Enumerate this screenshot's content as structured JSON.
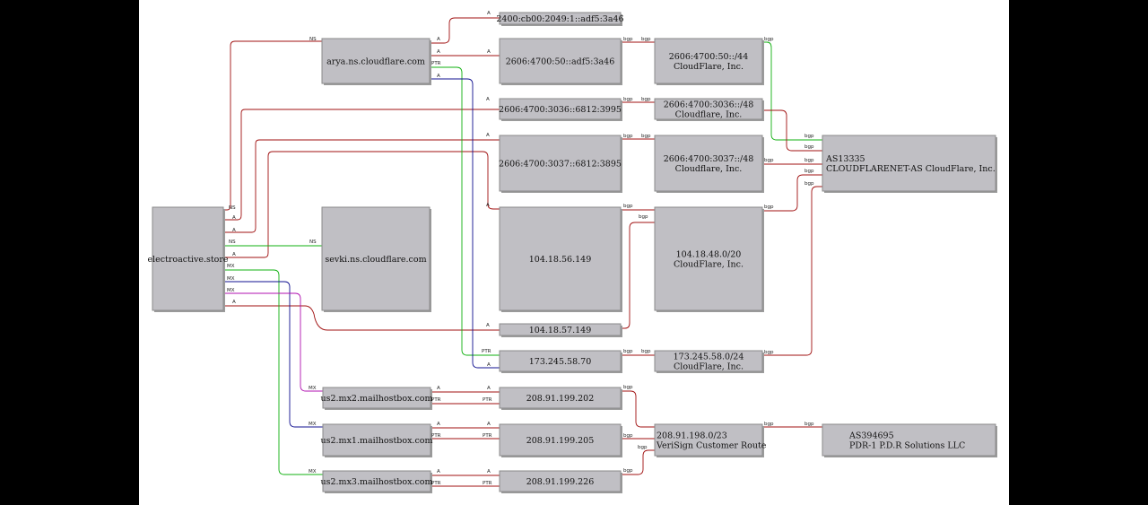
{
  "nodes": {
    "domain": {
      "lines": [
        "electroactive.store"
      ]
    },
    "arya": {
      "lines": [
        "arya.ns.cloudflare.com"
      ]
    },
    "sevki": {
      "lines": [
        "sevki.ns.cloudflare.com"
      ]
    },
    "mx2": {
      "lines": [
        "us2.mx2.mailhostbox.com"
      ]
    },
    "mx1": {
      "lines": [
        "us2.mx1.mailhostbox.com"
      ]
    },
    "mx3": {
      "lines": [
        "us2.mx3.mailhostbox.com"
      ]
    },
    "ip6a": {
      "lines": [
        "2400:cb00:2049:1::adf5:3a46"
      ]
    },
    "ip6b": {
      "lines": [
        "2606:4700:50::adf5:3a46"
      ]
    },
    "ip6c": {
      "lines": [
        "2606:4700:3036::6812:3995"
      ]
    },
    "ip6d": {
      "lines": [
        "2606:4700:3037::6812:3895"
      ]
    },
    "ip4a": {
      "lines": [
        "104.18.56.149"
      ]
    },
    "ip4b": {
      "lines": [
        "104.18.57.149"
      ]
    },
    "ip4c": {
      "lines": [
        "173.245.58.70"
      ]
    },
    "ip4d": {
      "lines": [
        "208.91.199.202"
      ]
    },
    "ip4e": {
      "lines": [
        "208.91.199.205"
      ]
    },
    "ip4f": {
      "lines": [
        "208.91.199.226"
      ]
    },
    "pfx1": {
      "lines": [
        "2606:4700:50::/44",
        "CloudFlare, Inc."
      ]
    },
    "pfx2": {
      "lines": [
        "2606:4700:3036::/48",
        "Cloudflare, Inc."
      ]
    },
    "pfx3": {
      "lines": [
        "2606:4700:3037::/48",
        "Cloudflare, Inc."
      ]
    },
    "pfx4": {
      "lines": [
        "104.18.48.0/20",
        "CloudFlare, Inc."
      ]
    },
    "pfx5": {
      "lines": [
        "173.245.58.0/24",
        "CloudFlare, Inc."
      ]
    },
    "pfx6": {
      "lines": [
        "208.91.198.0/23",
        "VeriSign Customer Route"
      ]
    },
    "as1": {
      "lines": [
        "AS13335",
        "CLOUDFLARENET-AS CloudFlare, Inc."
      ]
    },
    "as2": {
      "lines": [
        "AS394695",
        "PDR-1 P.D.R Solutions LLC"
      ]
    }
  },
  "edge_labels": {
    "ns": "NS",
    "a": "A",
    "mx": "MX",
    "ptr": "PTR",
    "bgp": "bgp"
  },
  "colors": {
    "background": "#ffffff",
    "outer": "#000000",
    "node_fill": "#c0bfc4",
    "node_shadow": "#9c9c9c",
    "edge_red": "#a01010",
    "edge_green": "#10b010",
    "edge_blue": "#101090",
    "edge_magenta": "#b010b0"
  }
}
